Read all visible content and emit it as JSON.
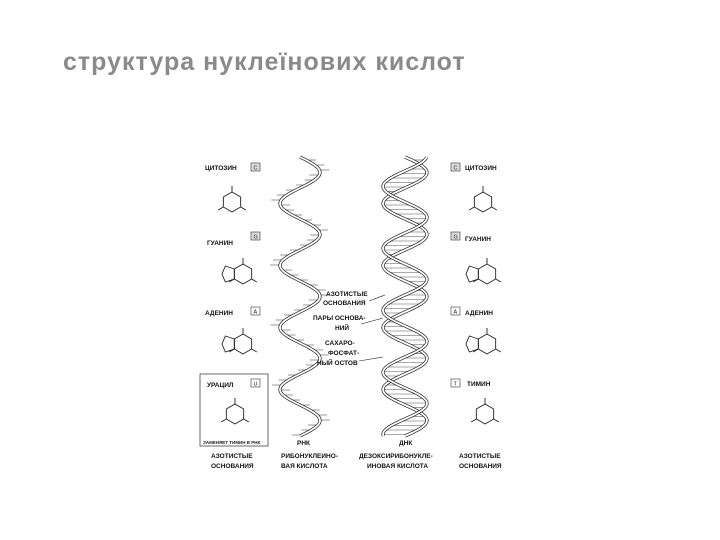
{
  "slide": {
    "title": "структура нуклеїнових кислот"
  },
  "figure": {
    "left_bases": [
      {
        "name": "ЦИТОЗИН",
        "code": "C"
      },
      {
        "name": "ГУАНИН",
        "code": "G"
      },
      {
        "name": "АДЕНИН",
        "code": "A"
      },
      {
        "name": "УРАЦИЛ",
        "code": "U"
      }
    ],
    "right_bases": [
      {
        "name": "ЦИТОЗИН",
        "code": "C"
      },
      {
        "name": "ГУАНИН",
        "code": "G"
      },
      {
        "name": "АДЕНИН",
        "code": "A"
      },
      {
        "name": "ТИМИН",
        "code": "T"
      }
    ],
    "uracil_note": "ЗАМЕНЯЕТ ТИМИН В РНК",
    "center_labels": {
      "bases": [
        "АЗОТИСТЫЕ",
        "ОСНОВАНИЯ"
      ],
      "pairs": [
        "ПАРЫ ОСНОВА-",
        "НИЙ"
      ],
      "backbone": [
        "САХАРО-",
        "ФОСФАТ-",
        "НЫЙ ОСТОВ"
      ]
    },
    "rna_label": "РНК",
    "dna_label": "ДНК",
    "left_caption": [
      "АЗОТИСТЫЕ",
      "ОСНОВАНИЯ"
    ],
    "right_caption": [
      "АЗОТИСТЫЕ",
      "ОСНОВАНИЯ"
    ],
    "rna_caption": [
      "РИБОНУКЛЕИНО-",
      "ВАЯ КИСЛОТА"
    ],
    "dna_caption": [
      "ДЕЗОКСИРИБОНУКЛЕ-",
      "ИНОВАЯ КИСЛОТА"
    ]
  }
}
